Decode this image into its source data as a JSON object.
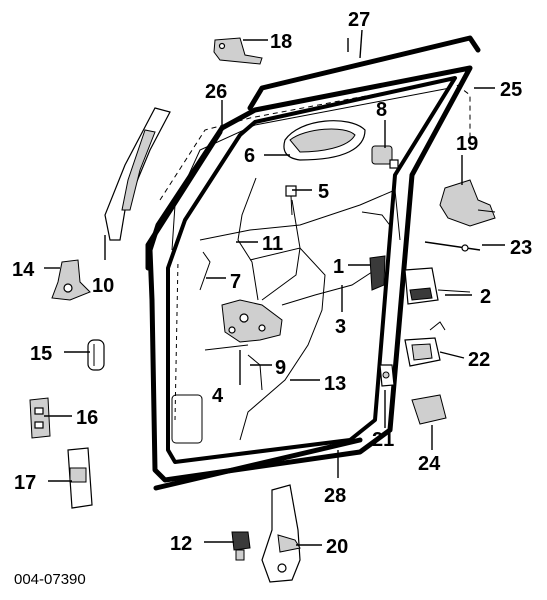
{
  "diagram": {
    "code": "004-07390",
    "callouts": [
      "1",
      "2",
      "3",
      "4",
      "5",
      "6",
      "7",
      "8",
      "9",
      "10",
      "11",
      "12",
      "13",
      "14",
      "15",
      "16",
      "17",
      "18",
      "19",
      "20",
      "21",
      "22",
      "23",
      "24",
      "25",
      "26",
      "27",
      "28"
    ]
  }
}
